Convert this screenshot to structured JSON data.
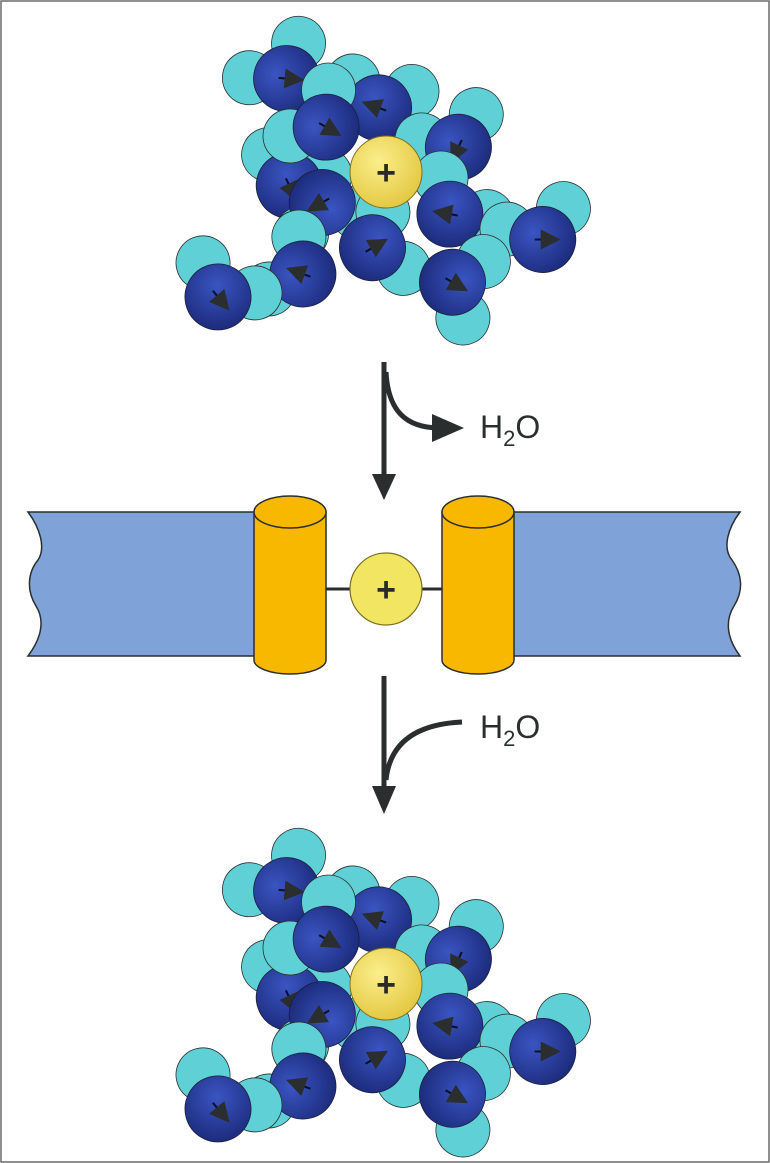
{
  "diagram": {
    "upper_label": {
      "main": "H",
      "sub": "2",
      "tail": "O"
    },
    "lower_label": {
      "main": "H",
      "sub": "2",
      "tail": "O"
    },
    "ion_symbol": "+",
    "colors": {
      "hydrogen": "#5fd1d6",
      "oxygen": "#253a9a",
      "ion": "#f2df5a",
      "membrane": "#7fa3d8",
      "channel": "#f8b800",
      "arrow": "#2b2e2e"
    },
    "icons": [
      "hydrated-cation-icon",
      "water-molecule-icon",
      "ion-channel-icon",
      "cation-icon",
      "arrow-icon"
    ]
  }
}
